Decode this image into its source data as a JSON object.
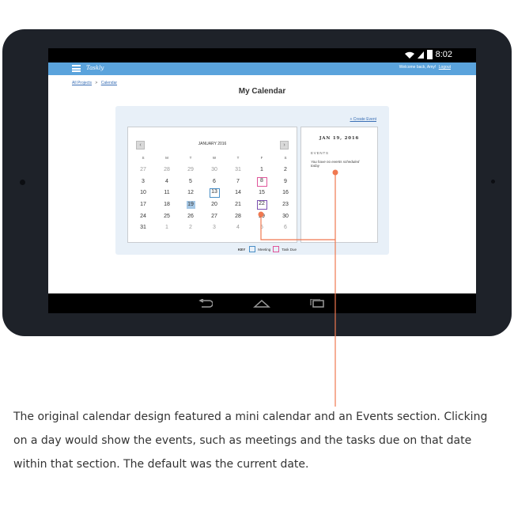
{
  "status_bar": {
    "time": "8:02"
  },
  "app_bar": {
    "logo": "Taskly",
    "welcome_text": "Welcome back, Amy!",
    "logout_label": "Logout"
  },
  "breadcrumb": {
    "item1": "All Projects",
    "separator": ">",
    "item2": "Calendar"
  },
  "page_title": "My Calendar",
  "create_event_label": "+ Create Event",
  "mini_calendar": {
    "month_label": "JANUARY 2016",
    "prev_glyph": "‹",
    "next_glyph": "›",
    "weekdays": [
      "S",
      "M",
      "T",
      "W",
      "T",
      "F",
      "S"
    ],
    "weeks": [
      [
        "27",
        "28",
        "29",
        "30",
        "31",
        "1",
        "2"
      ],
      [
        "3",
        "4",
        "5",
        "6",
        "7",
        "8",
        "9"
      ],
      [
        "10",
        "11",
        "12",
        "13",
        "14",
        "15",
        "16"
      ],
      [
        "17",
        "18",
        "19",
        "20",
        "21",
        "22",
        "23"
      ],
      [
        "24",
        "25",
        "26",
        "27",
        "28",
        "29",
        "30"
      ],
      [
        "31",
        "1",
        "2",
        "3",
        "4",
        "5",
        "6"
      ]
    ],
    "muted_days": [
      [
        0,
        0
      ],
      [
        0,
        1
      ],
      [
        0,
        2
      ],
      [
        0,
        3
      ],
      [
        0,
        4
      ],
      [
        5,
        1
      ],
      [
        5,
        2
      ],
      [
        5,
        3
      ],
      [
        5,
        4
      ],
      [
        5,
        5
      ],
      [
        5,
        6
      ]
    ],
    "meeting_days": [
      [
        2,
        3
      ],
      [
        3,
        5
      ]
    ],
    "task_due_days": [
      [
        1,
        5
      ],
      [
        3,
        5
      ]
    ],
    "today": [
      3,
      2
    ]
  },
  "key": {
    "label": "KEY",
    "meeting": "Meeting",
    "task_due": "Task Due"
  },
  "events_panel": {
    "date": "JAN 19, 2016",
    "heading": "EVENTS",
    "empty_text": "You have no events scheduled today"
  },
  "caption": "The original calendar design featured a mini calendar and an Events section. Clicking on a day would show the events, such as meetings and the tasks due on that date within that section. The default was the current date.",
  "colors": {
    "app_bar": "#5aa3dc",
    "meeting": "#4a8fc7",
    "task_due": "#e0559a",
    "today_fill": "#a6c8e6",
    "annotation": "#f07850",
    "device": "#1e2229"
  }
}
